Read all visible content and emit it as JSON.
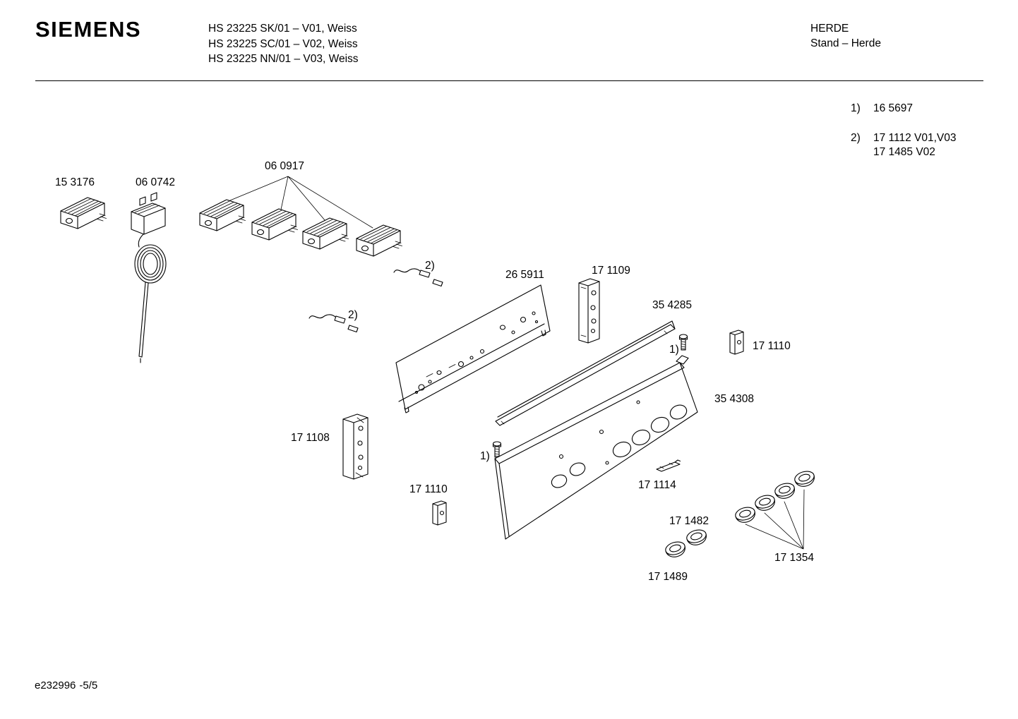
{
  "header": {
    "brand": "SIEMENS",
    "model_lines": [
      "HS 23225 SK/01 – V01, Weiss",
      "HS 23225 SC/01 – V02, Weiss",
      "HS 23225 NN/01 – V03, Weiss"
    ],
    "section": {
      "title": "HERDE",
      "subtitle": "Stand – Herde"
    }
  },
  "notes": [
    {
      "ref": "1)",
      "lines": [
        "16 5697",
        ""
      ]
    },
    {
      "ref": "2)",
      "lines": [
        "17 1112 V01,V03",
        "17 1485 V02"
      ]
    }
  ],
  "parts": [
    {
      "id": "15-3176",
      "label": "15 3176"
    },
    {
      "id": "06-0742",
      "label": "06 0742"
    },
    {
      "id": "06-0917",
      "label": "06 0917"
    },
    {
      "id": "wire-upper",
      "label": "2)"
    },
    {
      "id": "wire-lower",
      "label": "2)"
    },
    {
      "id": "26-5911",
      "label": "26 5911"
    },
    {
      "id": "17-1109",
      "label": "17 1109"
    },
    {
      "id": "35-4285",
      "label": "35 4285"
    },
    {
      "id": "screw-right",
      "label": "1)"
    },
    {
      "id": "17-1110-right",
      "label": "17 1110"
    },
    {
      "id": "35-4308",
      "label": "35 4308"
    },
    {
      "id": "screw-left",
      "label": "1)"
    },
    {
      "id": "17-1108",
      "label": "17 1108"
    },
    {
      "id": "17-1110-bottom",
      "label": "17 1110"
    },
    {
      "id": "17-1114",
      "label": "17 1114"
    },
    {
      "id": "17-1482",
      "label": "17 1482"
    },
    {
      "id": "17-1489",
      "label": "17 1489"
    },
    {
      "id": "17-1354",
      "label": "17 1354"
    }
  ],
  "footer": {
    "doc_id": "e232996",
    "page": "-5/5"
  }
}
